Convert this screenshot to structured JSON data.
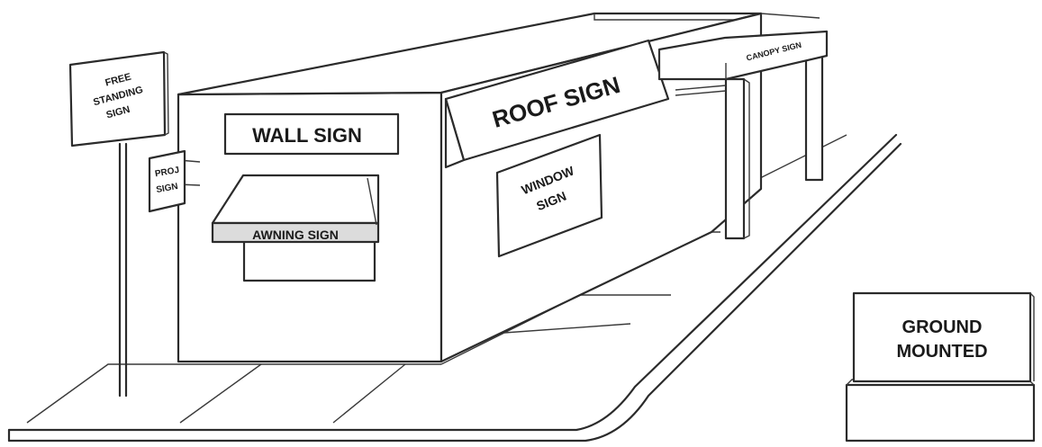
{
  "signs": {
    "free_standing": "FREE STANDING SIGN",
    "wall": "WALL SIGN",
    "projecting": "PROJ SIGN",
    "awning": "AWNING SIGN",
    "roof": "ROOF SIGN",
    "window": "WINDOW SIGN",
    "canopy": "CANOPY SIGN",
    "ground_line1": "GROUND",
    "ground_line2": "MOUNTED"
  }
}
